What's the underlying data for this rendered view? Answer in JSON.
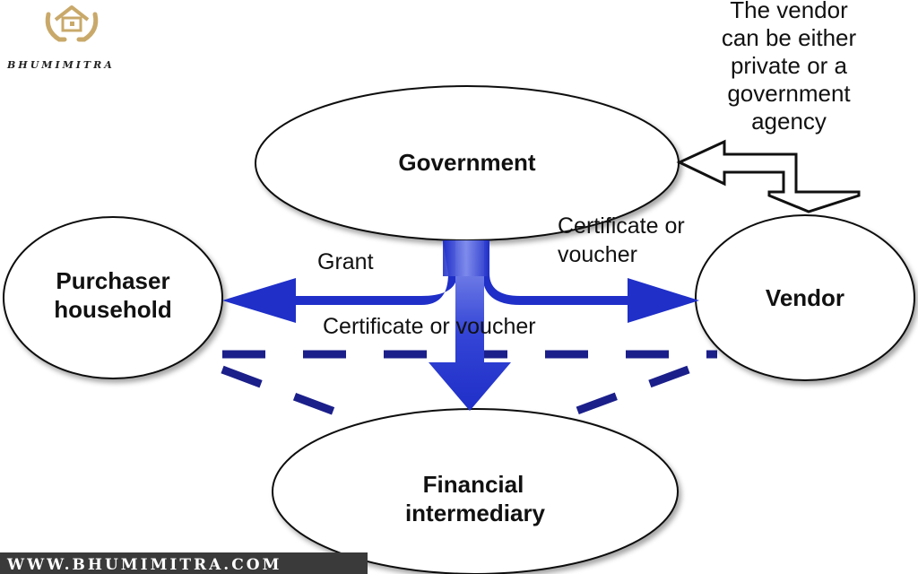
{
  "brand": {
    "name": "BHUMIMITRA",
    "logo_icon": "house-in-hands-icon",
    "website": "WWW.BHUMIMITRA.COM",
    "logo_color": "#c9a96a"
  },
  "nodes": {
    "government": "Government",
    "purchaser": [
      "Purchaser",
      "household"
    ],
    "vendor": "Vendor",
    "intermediary": [
      "Financial",
      "intermediary"
    ]
  },
  "edges": {
    "grant": "Grant",
    "certificate_voucher_vendor": [
      "Certificate or",
      "voucher"
    ],
    "certificate_voucher_intermediary": "Certificate or voucher"
  },
  "note": [
    "The vendor",
    "can be either",
    "private or a",
    "government",
    "agency"
  ],
  "colors": {
    "arrow_blue": "#1f2fc8",
    "arrow_light": "#9aa6f2",
    "dash_navy": "#1b1f8a",
    "outline": "#111111"
  }
}
